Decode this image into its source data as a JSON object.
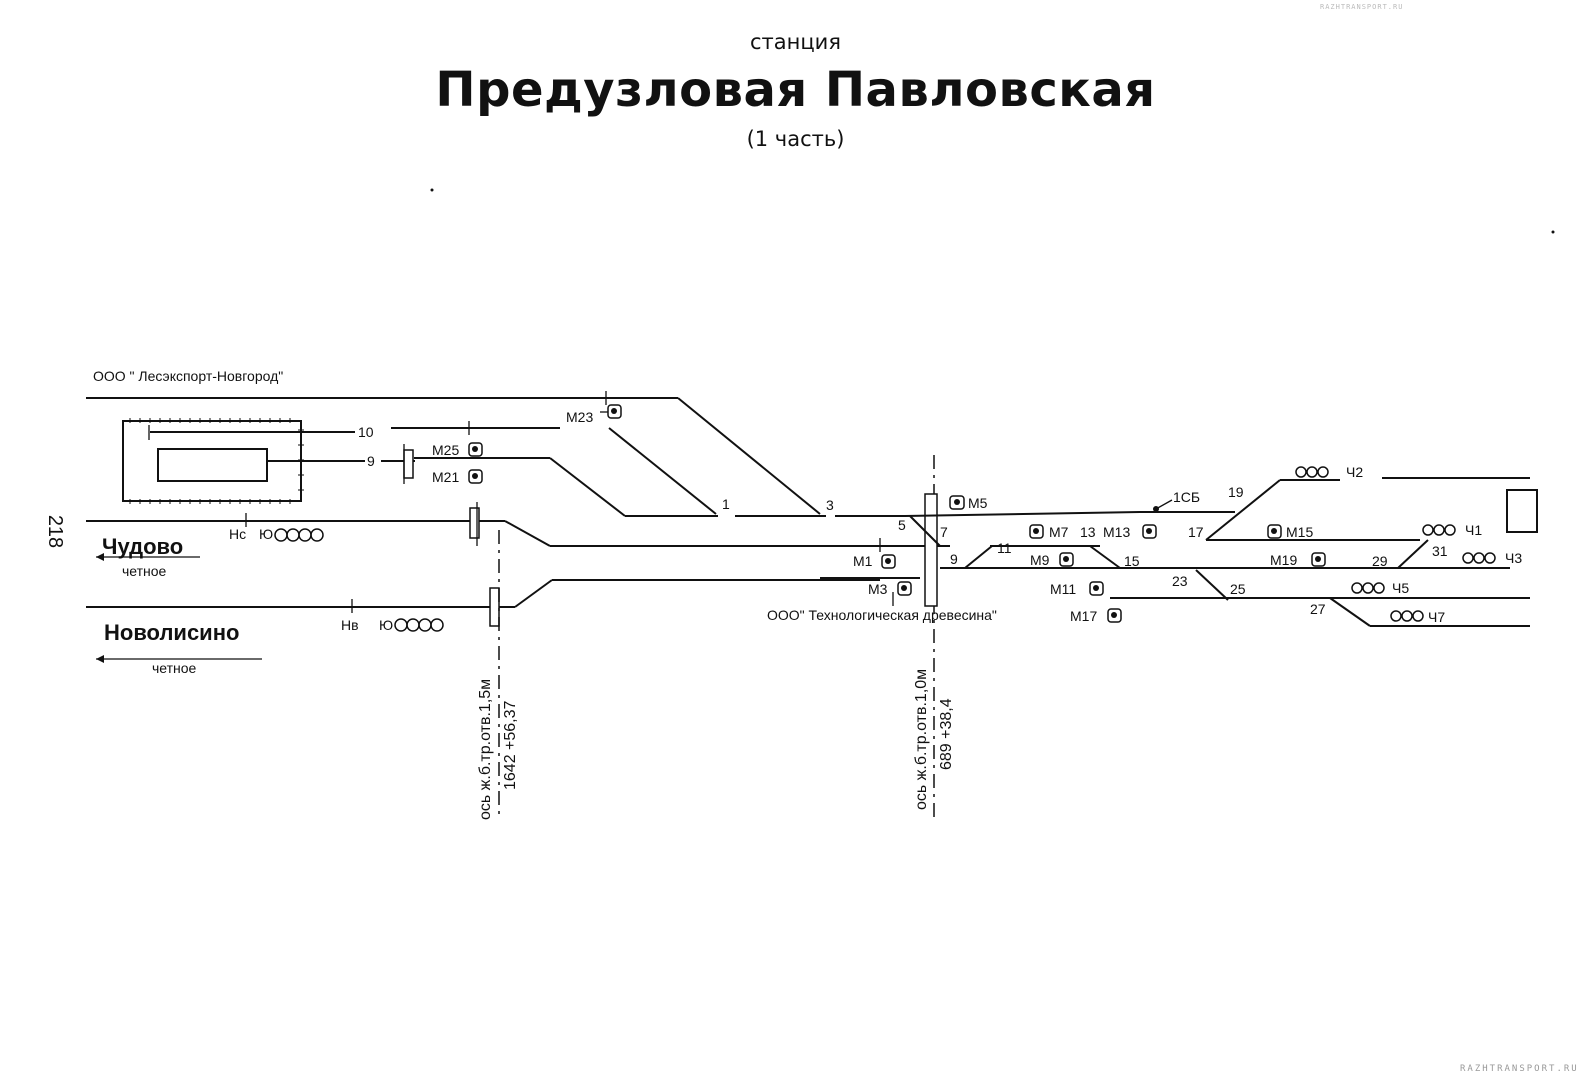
{
  "header": {
    "subtitle": "станция",
    "title": "Предузловая Павловская",
    "part": "(1 часть)"
  },
  "page_number": "218",
  "watermark": "RAZHTRANSPORT.RU",
  "sidings": {
    "top": "ООО \" Лесэкспорт-Новгород\"",
    "bottom": "ООО\" Технологическая древесина\""
  },
  "directions": [
    {
      "name": "Чудово",
      "sub": "четное",
      "signal": "Нс"
    },
    {
      "name": "Новолисино",
      "sub": "четное",
      "signal": "Нв"
    }
  ],
  "axes": [
    {
      "text": "ось ж.б.тр.отв.1,5м",
      "km": "1642 +56,37"
    },
    {
      "text": "ось ж.б.тр.отв.1,0м",
      "km": "689 +38,4"
    }
  ],
  "track_numbers": [
    "10",
    "9"
  ],
  "switches": [
    "1",
    "3",
    "5",
    "7",
    "9",
    "11",
    "13",
    "15",
    "17",
    "19",
    "23",
    "25",
    "27",
    "29",
    "31"
  ],
  "signals": [
    "М23",
    "М25",
    "М21",
    "М5",
    "М1",
    "М3",
    "М7",
    "М9",
    "М11",
    "М13",
    "М17",
    "М15",
    "М19",
    "1СБ",
    "Ч2",
    "Ч1",
    "Ч5",
    "Ч7",
    "Ч3"
  ],
  "colors": {
    "ink": "#111111",
    "paper": "#ffffff"
  }
}
